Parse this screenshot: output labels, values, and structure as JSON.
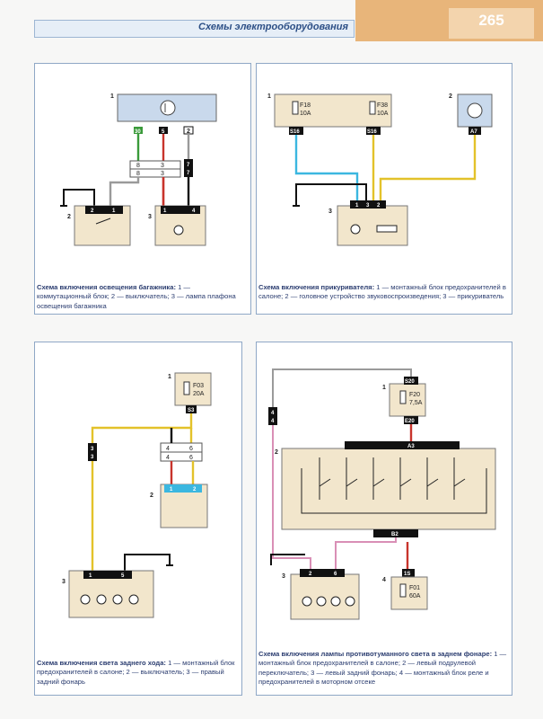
{
  "header": {
    "title": "Схемы электрооборудования",
    "page_number": "265"
  },
  "diagrams": {
    "trunk": {
      "comp1": "1",
      "comp2": "2",
      "comp3": "3",
      "pins_block": [
        "30",
        "5",
        "2"
      ],
      "conn_left": [
        "8",
        "8"
      ],
      "conn_mid": [
        "3",
        "3"
      ],
      "conn_right": [
        "7",
        "7"
      ],
      "switch_pins": [
        "2",
        "1"
      ],
      "lamp_pins": [
        "1",
        "4"
      ],
      "caption_title": "Схема включения освещения багажника:",
      "caption_text": " 1 — коммутационный блок; 2 — выключатель; 3 — лампа плафона освещения багажника"
    },
    "lighter": {
      "comp1": "1",
      "comp2": "2",
      "comp3": "3",
      "fuse1": [
        "F18",
        "10A"
      ],
      "fuse2": [
        "F38",
        "10A"
      ],
      "tags": [
        "S16",
        "S16",
        "A7"
      ],
      "conn_pins": [
        "1",
        "3",
        "2"
      ],
      "caption_title": "Схема включения прикуривателя:",
      "caption_text": " 1 — монтажный блок предохранителей в салоне; 2 — головное устройство звуковоспроизведения; 3 — прикуриватель"
    },
    "reverse": {
      "comp1": "1",
      "comp2": "2",
      "comp3": "3",
      "fuse": [
        "F03",
        "20A"
      ],
      "tag": "S3",
      "conn_left": [
        "3",
        "3"
      ],
      "conn_mid": [
        "4",
        "4"
      ],
      "conn_right": [
        "6",
        "6"
      ],
      "switch_pins": [
        "1",
        "2"
      ],
      "lamp_pins": [
        "1",
        "5"
      ],
      "caption_title": "Схема включения света заднего хода:",
      "caption_text": " 1 — монтажный блок предохранителей в салоне; 2 — выключатель; 3 — правый задний фонарь"
    },
    "fog": {
      "comp1": "1",
      "comp2": "2",
      "comp3": "3",
      "comp4": "4",
      "fuse_top": [
        "F20",
        "7,5A"
      ],
      "tags_top": [
        "S20",
        "E20"
      ],
      "block_top": "A3",
      "block_bottom": "B2",
      "conn_left": [
        "4",
        "4"
      ],
      "lamp_pins": [
        "2",
        "6"
      ],
      "fuse_bottom": [
        "F01",
        "60A"
      ],
      "tag_bottom": "1S",
      "caption_title": "Схема включения лампы противотуманного света в заднем фонаре:",
      "caption_text": " 1 — монтажный блок предохранителей в салоне; 2 — левый подрулевой переключатель; 3 — левый задний фонарь; 4 — монтажный блок реле и предохранителей в моторном отсеке"
    }
  },
  "colors": {
    "green": "#3a9a3a",
    "red": "#c8342c",
    "gray": "#9a9a9a",
    "black": "#111111",
    "yellow": "#e3c22a",
    "cyan": "#3bb7e0",
    "pink": "#d98fb6",
    "header_orange": "#e8b57a"
  }
}
